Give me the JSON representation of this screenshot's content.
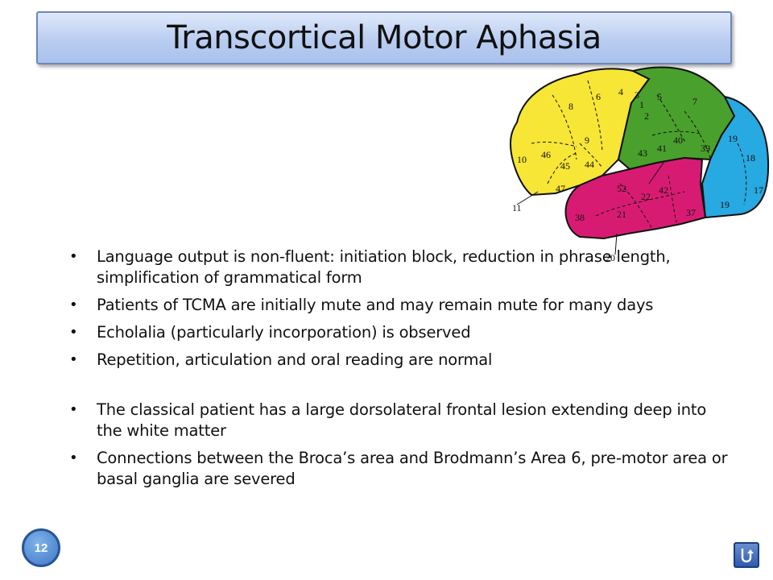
{
  "slide": {
    "title": "Transcortical Motor Aphasia",
    "page_number": "12"
  },
  "bullets": [
    "Language output is non-fluent: initiation block, reduction in phrase length, simplification of grammatical form",
    "Patients of TCMA are initially mute and may remain mute for many days",
    "Echolalia (particularly incorporation) is observed",
    "Repetition, articulation and oral reading are normal",
    "The classical patient has a large dorsolateral frontal lesion extending deep into the white matter",
    "Connections between the Broca’s area and Brodmann’s Area 6, pre-motor area or basal ganglia are severed"
  ],
  "brain_diagram": {
    "region_colors": {
      "frontal": "#f7e636",
      "parietal": "#4aa02c",
      "occipital": "#27a9e1",
      "temporal": "#d81b72"
    },
    "area_labels": {
      "a8": "8",
      "a6": "6",
      "a4": "4",
      "a3": "3",
      "a1": "1",
      "a2": "2",
      "a5": "5",
      "a7": "7",
      "a9": "9",
      "a10": "10",
      "a46": "46",
      "a45": "45",
      "a44": "44",
      "a47": "47",
      "a11": "11",
      "a43": "43",
      "a41": "41",
      "a40": "40",
      "a39": "39",
      "a19a": "19",
      "a18": "18",
      "a17": "17",
      "a19b": "19",
      "a52": "52",
      "a42": "42",
      "a22": "22",
      "a38": "38",
      "a21": "21",
      "a37": "37",
      "a20": "20"
    }
  },
  "nav": {
    "icon": "return-arrow-icon"
  }
}
